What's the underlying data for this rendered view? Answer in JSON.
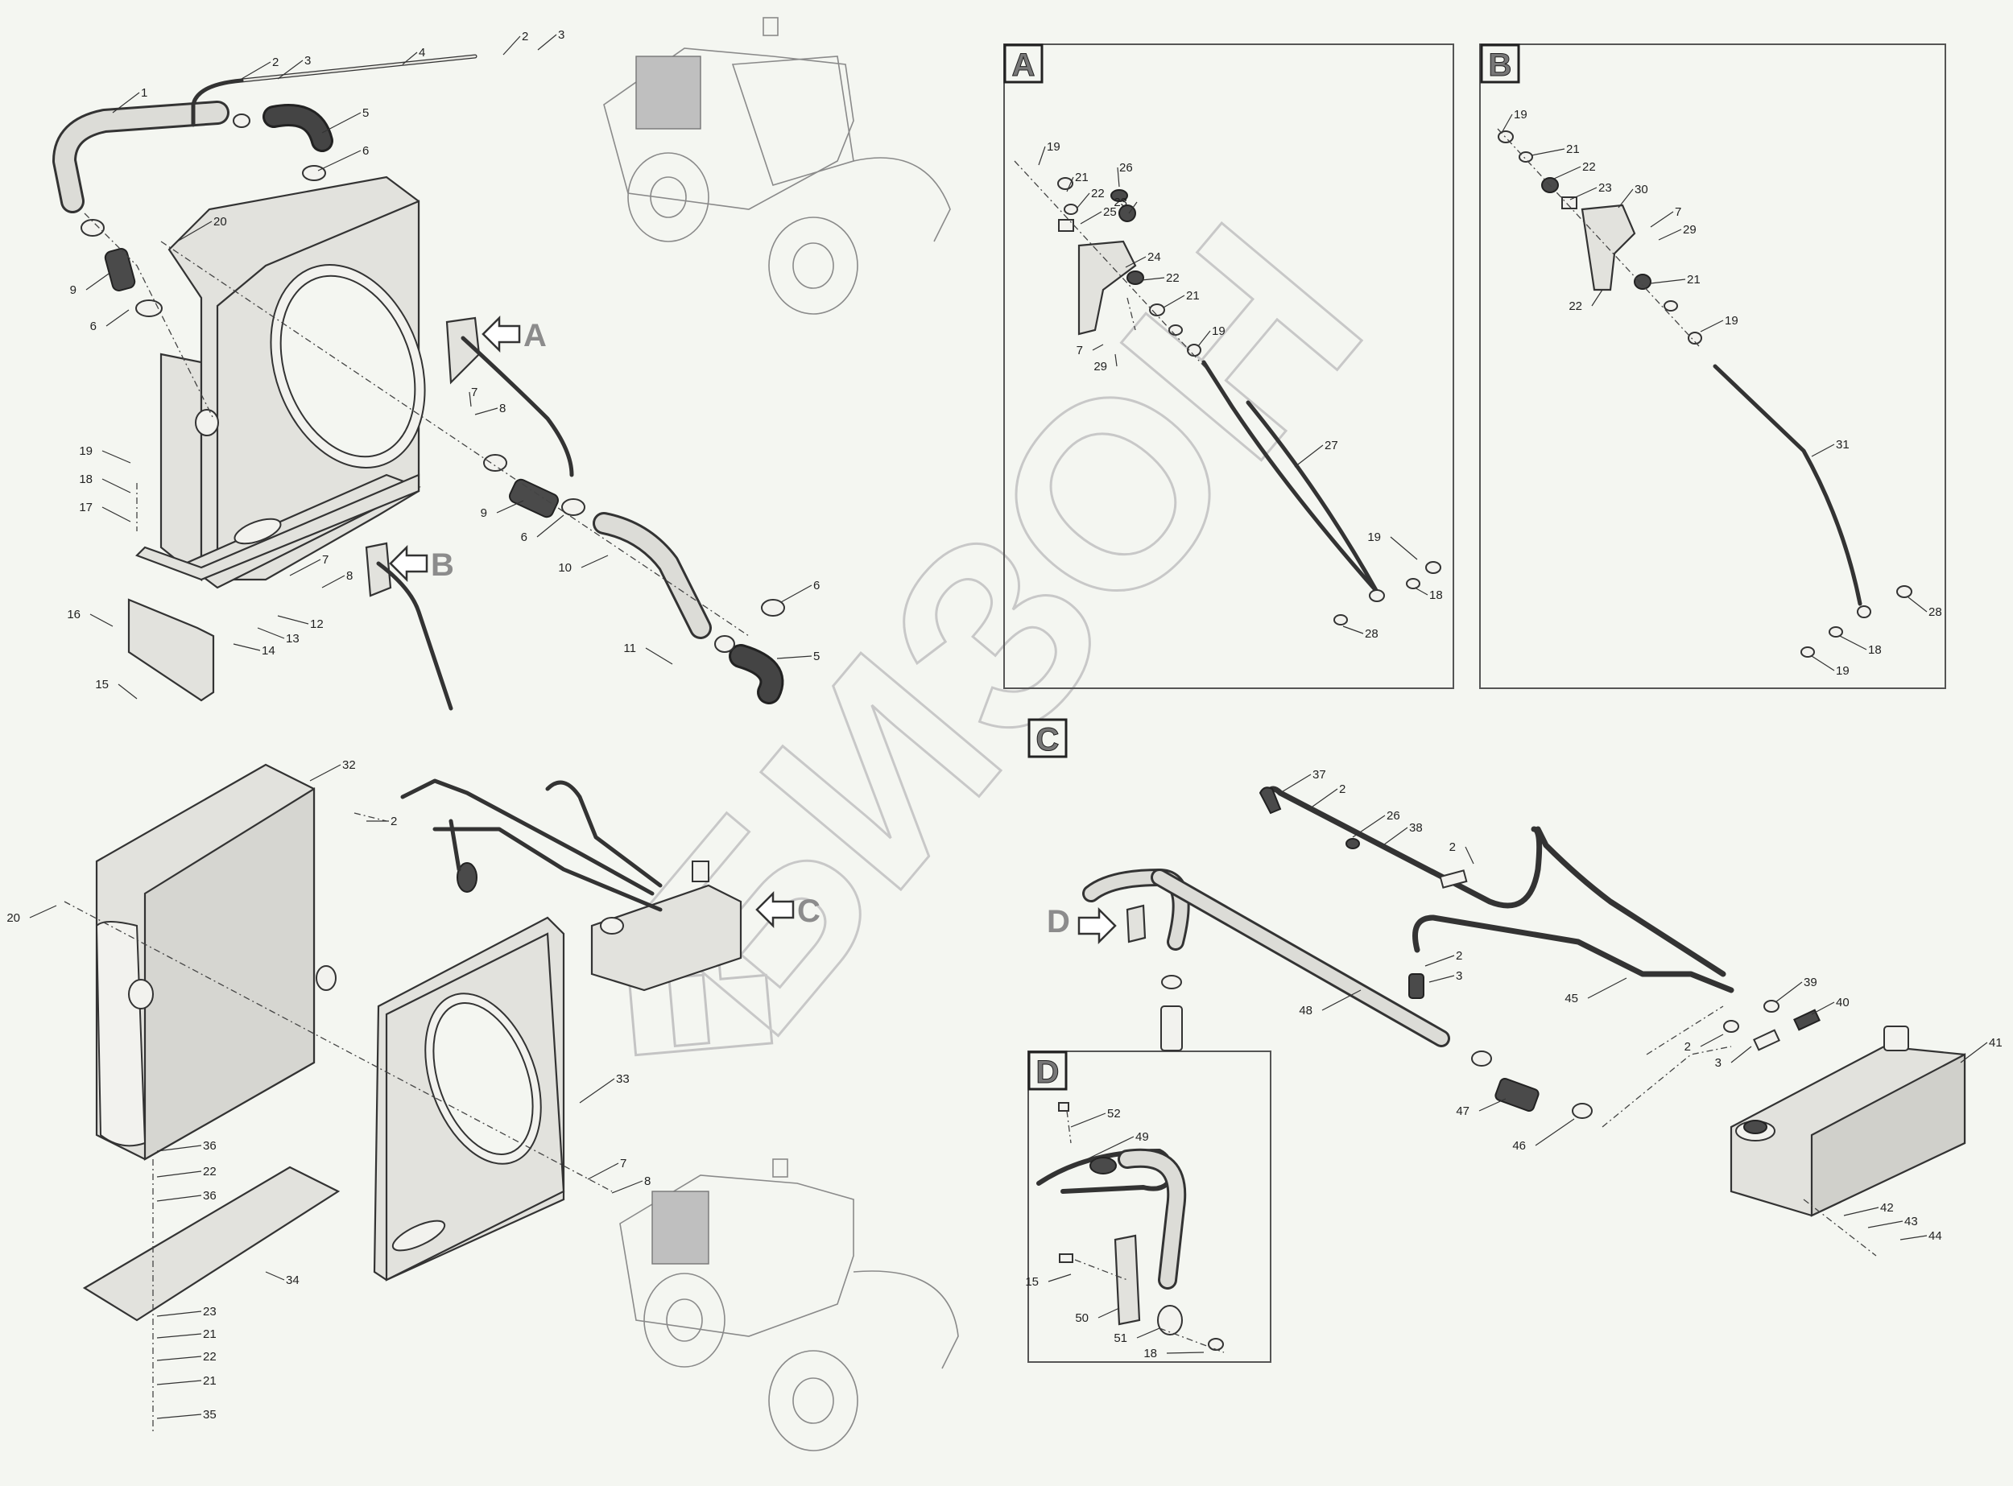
{
  "watermark": "БИЗОН",
  "detail_views": {
    "A": "A",
    "B": "B",
    "C": "C",
    "D": "D"
  },
  "callouts": {
    "main": [
      "1",
      "2",
      "3",
      "4",
      "2",
      "3",
      "5",
      "6",
      "20",
      "9",
      "6",
      "19",
      "18",
      "17",
      "7",
      "8",
      "9",
      "6",
      "10",
      "7",
      "8",
      "12",
      "13",
      "14",
      "16",
      "15",
      "11",
      "6",
      "5"
    ],
    "lower_left": [
      "32",
      "2",
      "20",
      "33",
      "36",
      "22",
      "36",
      "34",
      "23",
      "21",
      "22",
      "21",
      "35",
      "7",
      "8"
    ],
    "view_a": [
      "19",
      "21",
      "22",
      "25",
      "26",
      "23",
      "24",
      "22",
      "21",
      "19",
      "7",
      "29",
      "27",
      "19",
      "18",
      "28"
    ],
    "view_b": [
      "19",
      "21",
      "22",
      "23",
      "30",
      "7",
      "29",
      "22",
      "21",
      "19",
      "31",
      "28",
      "18",
      "19"
    ],
    "view_c": [
      "37",
      "2",
      "26",
      "38",
      "2",
      "2",
      "3",
      "45",
      "48",
      "39",
      "40",
      "2",
      "3",
      "41",
      "47",
      "46",
      "42",
      "43",
      "44"
    ],
    "view_d": [
      "52",
      "49",
      "15",
      "50",
      "51",
      "18"
    ]
  },
  "pointer_labels": {
    "A": "A",
    "B": "B",
    "C": "C",
    "D": "D"
  }
}
